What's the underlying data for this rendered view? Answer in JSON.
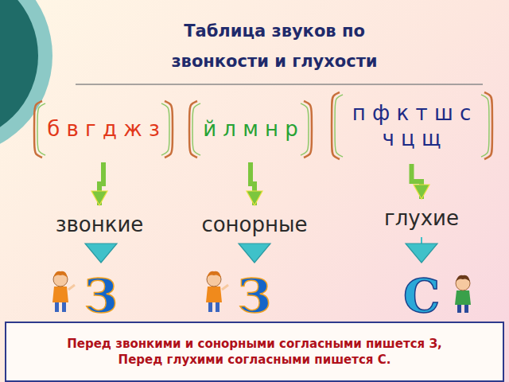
{
  "diagram": {
    "title": "Таблица звуков по звонкости и глухости",
    "nodes": [
      {
        "text": [
          "б в г д ж з"
        ]
      },
      {
        "text": [
          "й л м н р"
        ]
      },
      {
        "text": [
          "п ф к т ш с ч ц щ"
        ]
      },
      {
        "text": [
          "звонкие"
        ]
      },
      {
        "text": [
          "сонорные"
        ]
      },
      {
        "text": [
          "глухие"
        ]
      },
      {
        "text": [
          "З"
        ]
      },
      {
        "text": [
          "З"
        ]
      },
      {
        "text": [
          "С"
        ]
      },
      {
        "text": [
          "Перед звонкими и сонорными согласными пишется З,",
          "Перед глухими согласными пишется С."
        ]
      }
    ],
    "edges": [
      {
        "from": 0,
        "to": 3,
        "arrow": "to"
      },
      {
        "from": 1,
        "to": 4,
        "arrow": "to"
      },
      {
        "from": 2,
        "to": 5,
        "arrow": "to"
      },
      {
        "from": 3,
        "to": 6,
        "arrow": "to"
      },
      {
        "from": 4,
        "to": 7,
        "arrow": "to"
      },
      {
        "from": 5,
        "to": 8,
        "arrow": "to"
      }
    ]
  }
}
